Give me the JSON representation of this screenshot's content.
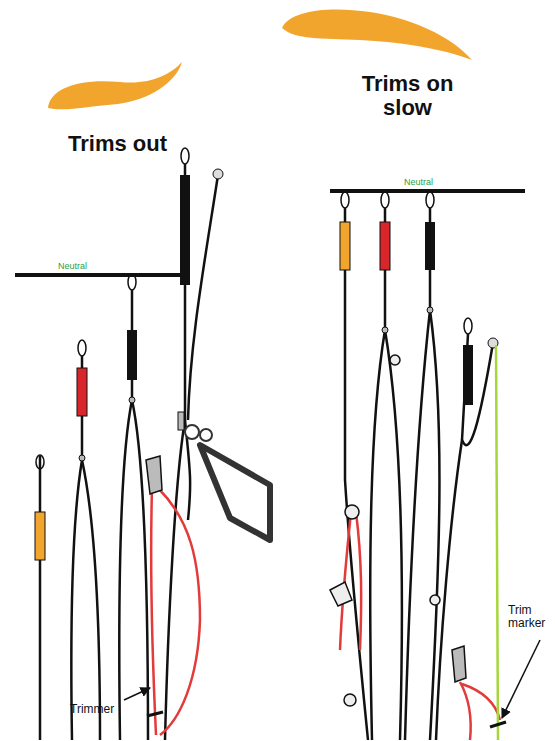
{
  "diagram": {
    "labels": [
      "Trims out",
      "Neutral",
      "Trimmer",
      "Trims on slow",
      "Neutral",
      "Trim marker"
    ]
  }
}
